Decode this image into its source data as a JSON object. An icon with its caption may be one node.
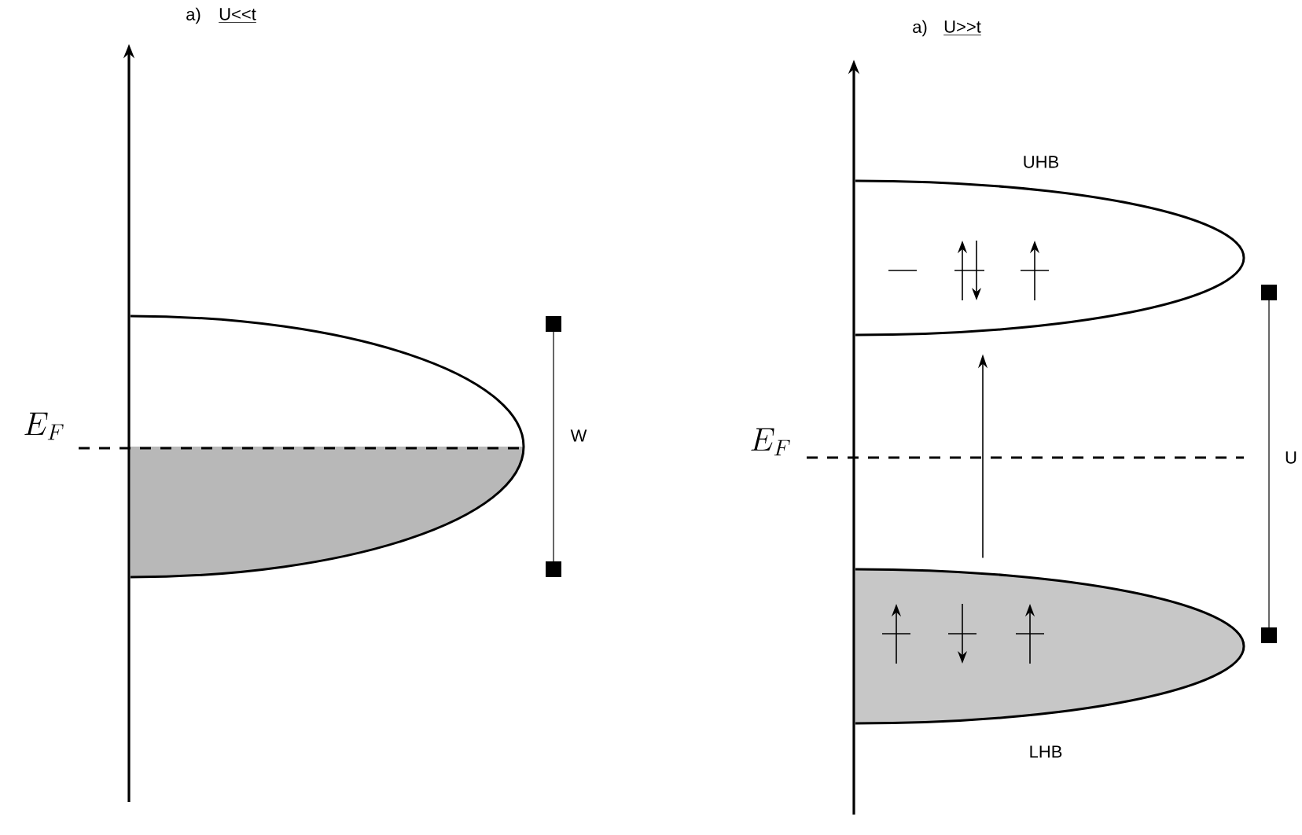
{
  "diagram": {
    "nodes": [
      {
        "text": [],
        "shape": "band"
      },
      {
        "text": [
          "UHB"
        ]
      },
      {
        "text": [
          "LHB"
        ]
      }
    ],
    "edges": [
      {
        "from": 2,
        "to": 1,
        "arrow": "to"
      }
    ],
    "labels": [
      "a)",
      "U<<t",
      "E_F",
      "W",
      "a)",
      "U>>t",
      "E_F",
      "U"
    ]
  }
}
